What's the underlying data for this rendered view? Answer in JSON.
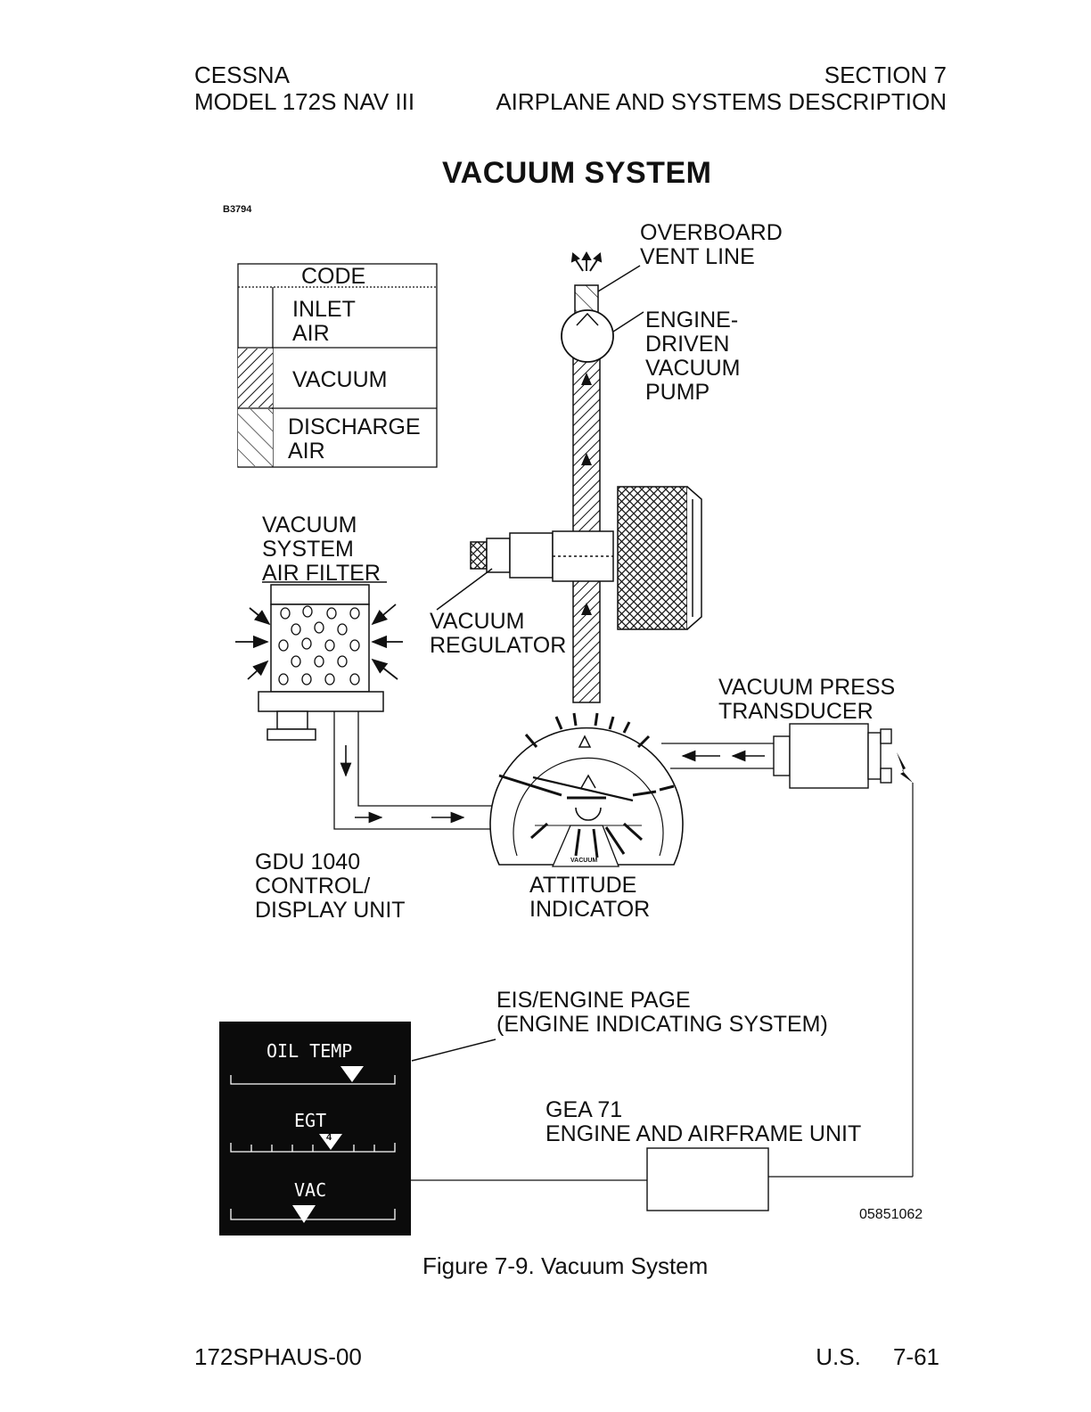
{
  "header": {
    "left_line1": "CESSNA",
    "left_line2": "MODEL 172S NAV III",
    "right_line1": "SECTION 7",
    "right_line2": "AIRPLANE AND SYSTEMS DESCRIPTION"
  },
  "title": "VACUUM SYSTEM",
  "drawing_number": "B3794",
  "legend": {
    "heading": "CODE",
    "inlet_air": "INLET\nAIR",
    "vacuum": "VACUUM",
    "discharge_air": "DISCHARGE\nAIR"
  },
  "labels": {
    "overboard_vent": "OVERBOARD\nVENT LINE",
    "vacuum_pump": "ENGINE-\nDRIVEN\nVACUUM\nPUMP",
    "air_filter": "VACUUM\nSYSTEM\nAIR FILTER",
    "vacuum_regulator": "VACUUM\nREGULATOR",
    "press_transducer": "VACUUM PRESS\nTRANSDUCER",
    "gdu": "GDU 1040\nCONTROL/\nDISPLAY UNIT",
    "attitude_indicator": "ATTITUDE\nINDICATOR",
    "eis_page": "EIS/ENGINE PAGE\n(ENGINE INDICATING SYSTEM)",
    "gea": "GEA 71\nENGINE AND AIRFRAME UNIT",
    "indicator_face": "VACUUM",
    "part_number": "05851062"
  },
  "eis_display": {
    "oil_temp": "OIL TEMP",
    "egt": "EGT",
    "egt_marker": "4",
    "vac": "VAC"
  },
  "caption": "Figure 7-9. Vacuum System",
  "footer": {
    "left": "172SPHAUS-00",
    "right": "U.S.     7-61"
  }
}
